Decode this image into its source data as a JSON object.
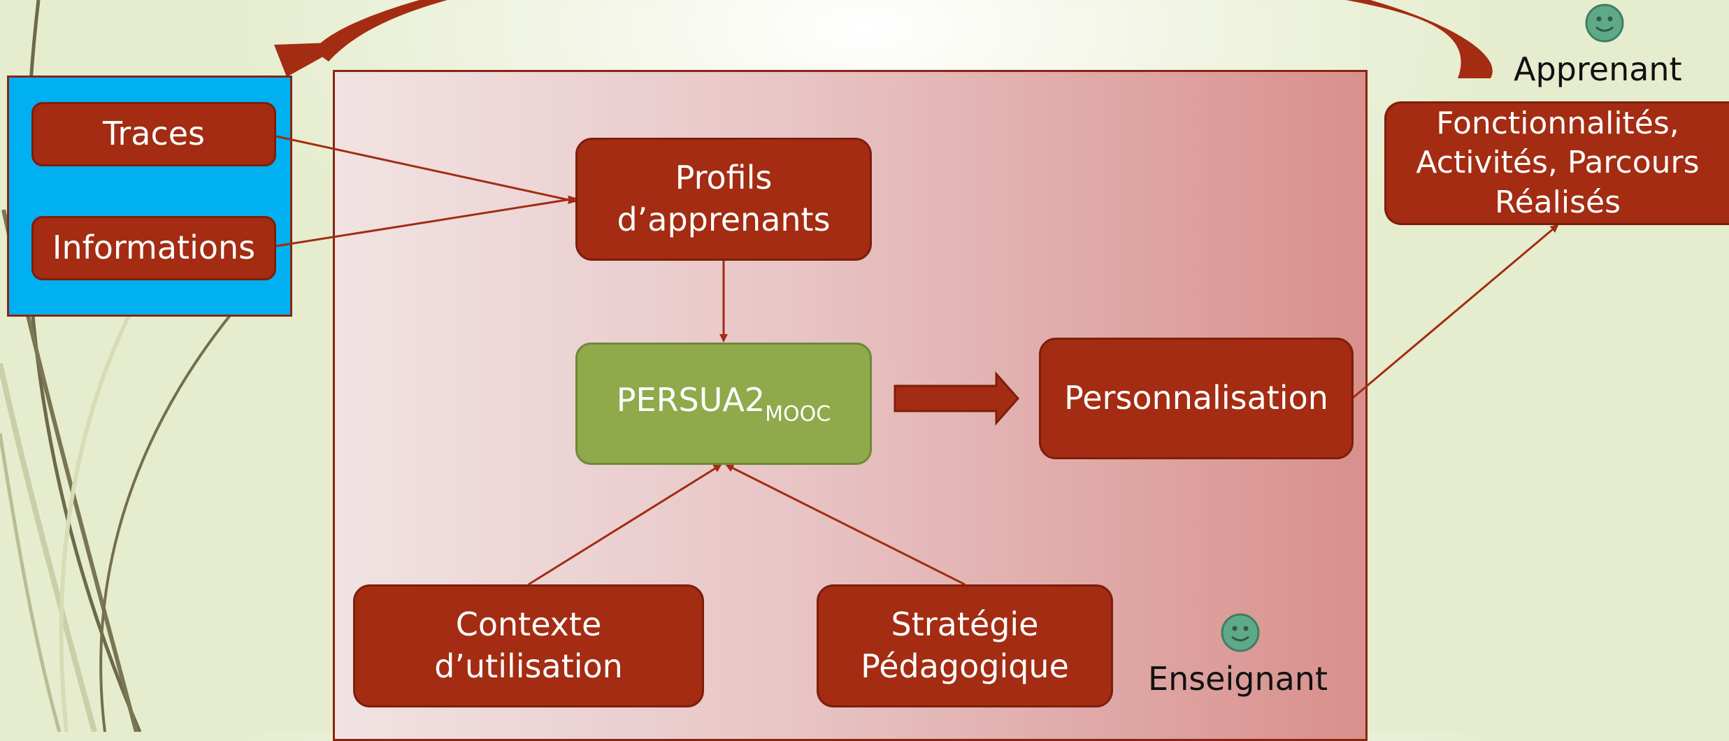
{
  "diagram": {
    "inputs": {
      "traces": "Traces",
      "informations": "Informations"
    },
    "profils": {
      "line1": "Profils",
      "line2": "d’apprenants"
    },
    "persua": {
      "main": "PERSUA2",
      "sub": "MOOC"
    },
    "personnalisation": "Personnalisation",
    "contexte": {
      "line1": "Contexte",
      "line2": "d’utilisation"
    },
    "strategie": {
      "line1": "Stratégie",
      "line2": "Pédagogique"
    },
    "output": {
      "line1": "Fonctionnalités,",
      "line2": "Activités, Parcours",
      "line3": "Réalisés"
    },
    "roles": {
      "apprenant": "Apprenant",
      "enseignant": "Enseignant"
    }
  },
  "colors": {
    "node_fill": "#a32c12",
    "node_border": "#7e1e0a",
    "persua_fill": "#8fa94b",
    "inputs_fill": "#00b0f0",
    "smiley_fill": "#5fa888"
  }
}
